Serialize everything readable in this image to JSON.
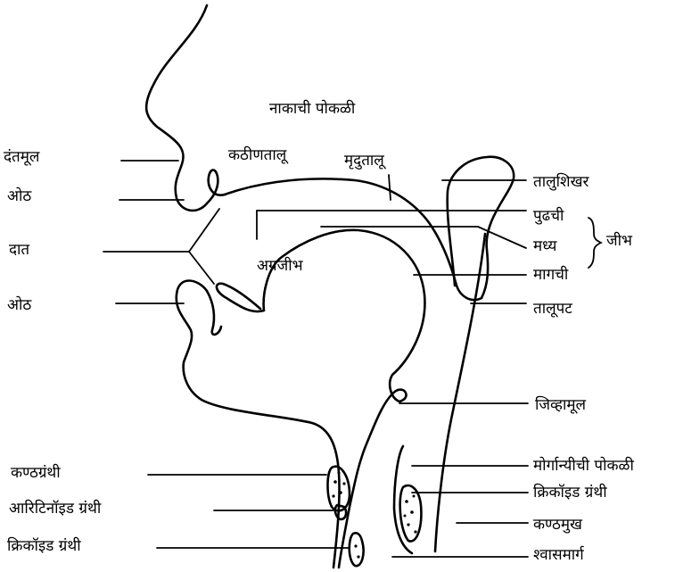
{
  "labels": {
    "nasal_cavity": "नाकाची पोकळी",
    "tooth_ridge": "दंतमूल",
    "upper_lip": "ओठ",
    "teeth": "दात",
    "lower_lip": "ओठ",
    "hard_palate": "कठीणतालू",
    "soft_palate": "मृदुतालू",
    "velum_top": "तालुशिखर",
    "tongue_front": "पुढची",
    "tongue_middle": "मध्य",
    "tongue_back": "मागची",
    "tongue_group": "जीभ",
    "uvula": "तालूपट",
    "tongue_tip": "अग्रजीभ",
    "tongue_root": "जिव्हामूल",
    "larynx_cavity": "मोर्गान्यीची पोकळी",
    "thyroid_cartilage": "कण्ठग्रंथी",
    "arytenoid_cartilage": "आरिटिनॉइड ग्रंथी",
    "cricoid_left": "क्रिकॉइड ग्रंथी",
    "cricoid_right": "क्रिकॉइड ग्रंथी",
    "glottis": "कण्ठमुख",
    "trachea": "श्वासमार्ग"
  },
  "style": {
    "ink": "#000000",
    "background": "#ffffff"
  }
}
